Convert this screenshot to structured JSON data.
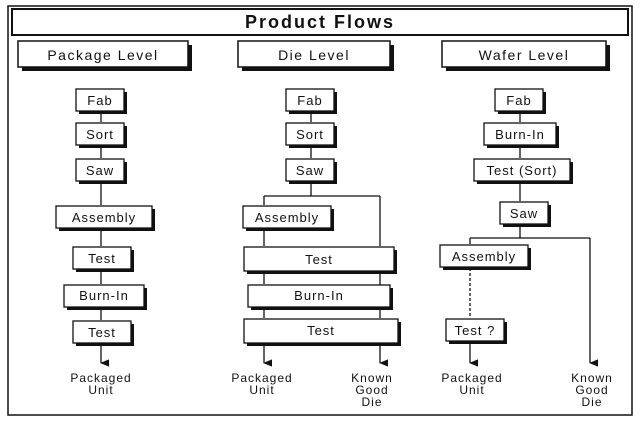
{
  "title": "Product Flows",
  "columns": [
    {
      "header": "Package Level",
      "steps": [
        "Fab",
        "Sort",
        "Saw",
        "Assembly",
        "Test",
        "Burn-In",
        "Test"
      ],
      "outputs": [
        "Packaged Unit"
      ]
    },
    {
      "header": "Die Level",
      "steps": [
        "Fab",
        "Sort",
        "Saw",
        "Assembly",
        "Test",
        "Burn-In",
        "Test"
      ],
      "outputs": [
        "Packaged Unit",
        "Known Good Die"
      ]
    },
    {
      "header": "Wafer Level",
      "steps": [
        "Fab",
        "Burn-In",
        "Test (Sort)",
        "Saw",
        "Assembly",
        "Test ?"
      ],
      "outputs": [
        "Packaged Unit",
        "Known Good Die"
      ]
    }
  ],
  "colors": {
    "line": "#111111",
    "box_fill": "#ffffff",
    "shadow": "#111111"
  }
}
